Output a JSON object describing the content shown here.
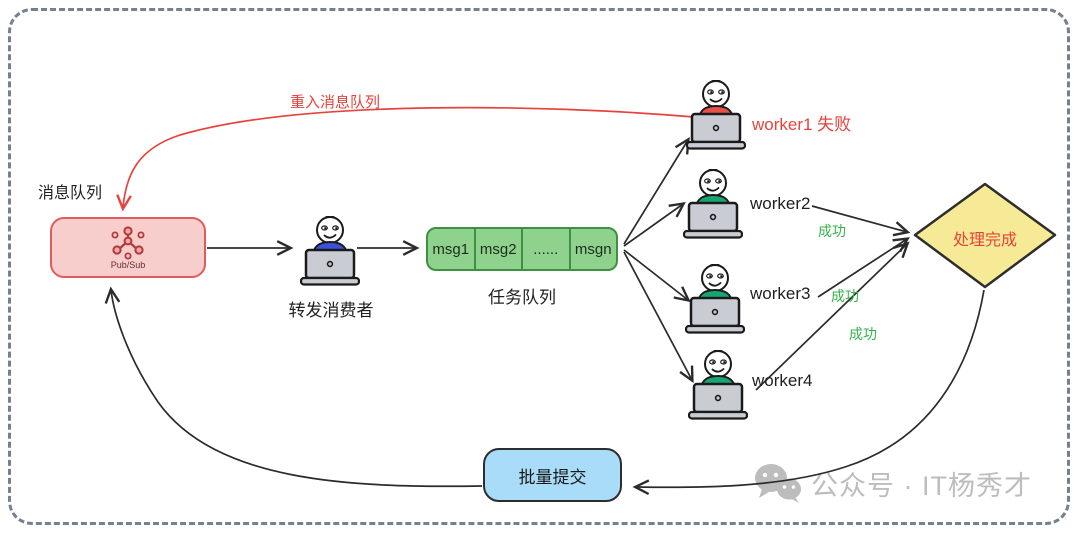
{
  "diagram": {
    "message_queue": {
      "label": "消息队列",
      "sublabel": "Pub/Sub"
    },
    "consumer": {
      "label": "转发消费者"
    },
    "task_queue": {
      "label": "任务队列",
      "cells": [
        "msg1",
        "msg2",
        "......",
        "msgn"
      ]
    },
    "workers": [
      {
        "label": "worker1 失败",
        "status": "failed"
      },
      {
        "label": "worker2",
        "status": "success"
      },
      {
        "label": "worker3",
        "status": "success"
      },
      {
        "label": "worker4",
        "status": "success"
      }
    ],
    "success_labels": [
      "成功",
      "成功",
      "成功"
    ],
    "reenter_label": "重入消息队列",
    "done": {
      "label": "处理完成"
    },
    "batch": {
      "label": "批量提交"
    },
    "watermark": "公众号 · IT杨秀才",
    "colors": {
      "red": "#e8433b",
      "pink_fill": "#f8cecc",
      "pink_border": "#e05c5c",
      "green_fill": "#8fd28e",
      "green_border": "#3d9140",
      "success_green": "#36b24a",
      "yellow_fill": "#f7ea96",
      "blue_fill": "#a8dcf8",
      "worker_fail_shirt": "#e8504a",
      "worker_ok_shirt": "#17a673",
      "consumer_shirt": "#3a52d9",
      "watermark_gray": "#bdbdbd",
      "border_dash": "#76808f"
    }
  }
}
